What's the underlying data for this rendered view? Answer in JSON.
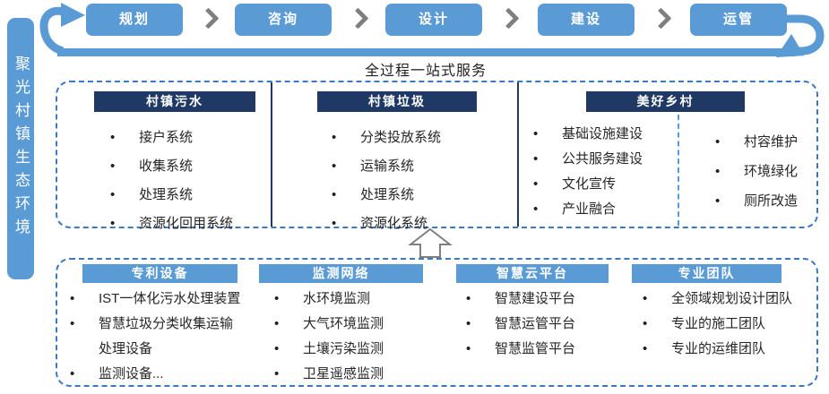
{
  "brand": {
    "label": "聚光村镇生态环境"
  },
  "flow": {
    "steps": [
      {
        "label": "规划"
      },
      {
        "label": "咨询"
      },
      {
        "label": "设计"
      },
      {
        "label": "建设"
      },
      {
        "label": "运管"
      }
    ],
    "caption": "全过程一站式服务"
  },
  "services": {
    "sections": [
      {
        "title": "村镇污水",
        "items": [
          "接户系统",
          "收集系统",
          "处理系统",
          "资源化回用系统"
        ]
      },
      {
        "title": "村镇垃圾",
        "items": [
          "分类投放系统",
          "运输系统",
          "处理系统",
          "资源化系统"
        ]
      },
      {
        "title": "美好乡村",
        "items_left": [
          "基础设施建设",
          "公共服务建设",
          "文化宣传",
          "产业融合"
        ],
        "items_right": [
          "村容维护",
          "环境绿化",
          "厕所改造"
        ]
      }
    ]
  },
  "capabilities": {
    "sections": [
      {
        "title": "专利设备",
        "items": [
          "IST一体化污水处理装置",
          "智慧垃圾分类收集运输\n处理设备",
          "监测设备..."
        ]
      },
      {
        "title": "监测网络",
        "items": [
          "水环境监测",
          "大气环境监测",
          "土壤污染监测",
          "卫星遥感监测"
        ]
      },
      {
        "title": "智慧云平台",
        "items": [
          "智慧建设平台",
          "智慧运管平台",
          "智慧监管平台"
        ]
      },
      {
        "title": "专业团队",
        "items": [
          "全领域规划设计团队",
          "专业的施工团队",
          "专业的运维团队"
        ]
      }
    ]
  },
  "colors": {
    "accent_blue": "#5B9BD5",
    "dark_navy": "#1F3864",
    "chevron_gray": "#7F7F7F",
    "dashed_border_blue": "#3C78C3",
    "text_dark": "#262626"
  }
}
